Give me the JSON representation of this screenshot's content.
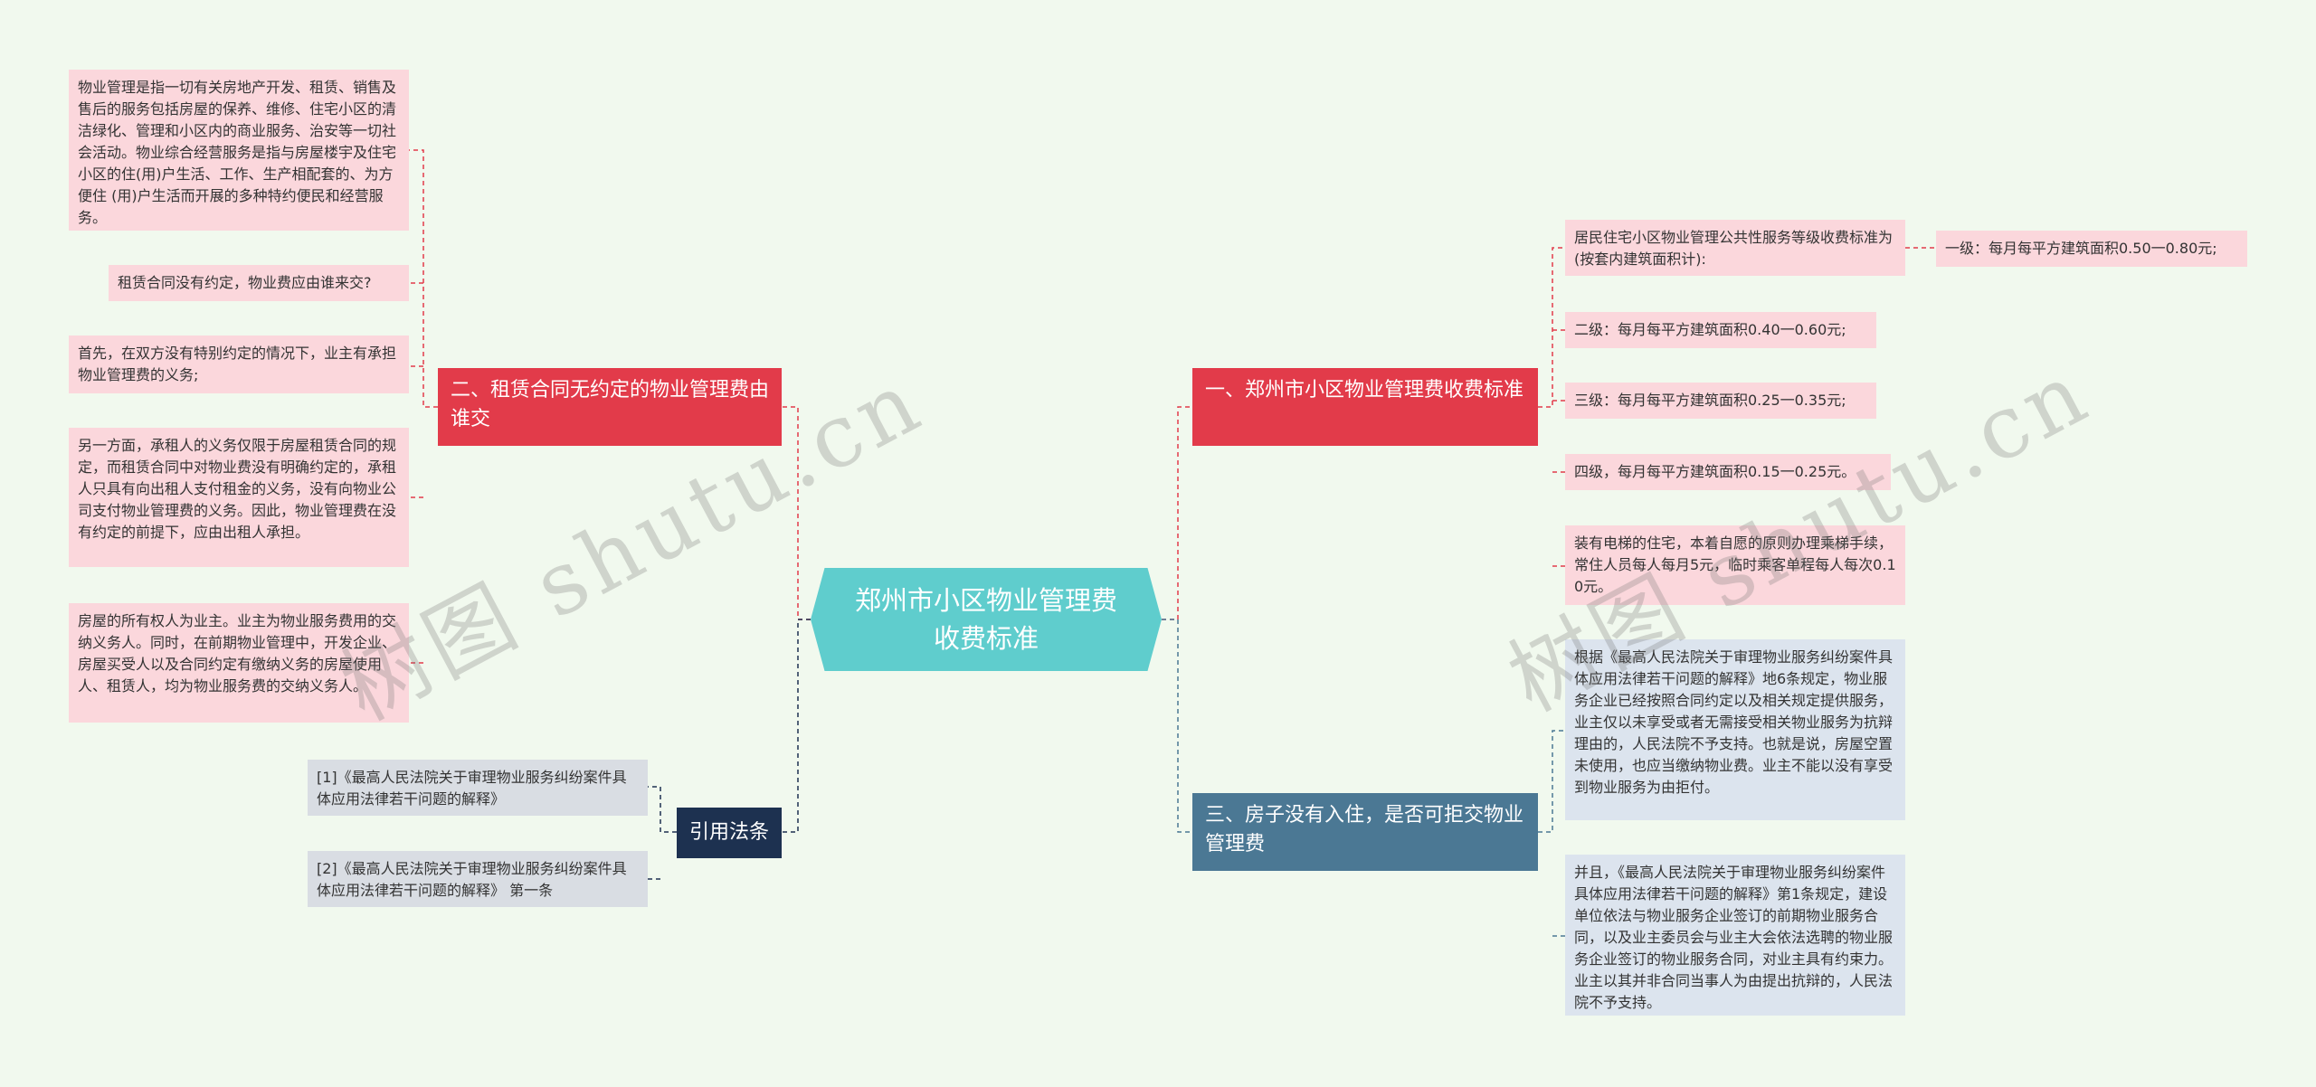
{
  "root": "郑州市小区物业管理费收费标准",
  "branches": {
    "b1": {
      "title": "一、郑州市小区物业管理费收费标准",
      "intro": "居民住宅小区物业管理公共性服务等级收费标准为(按套内建筑面积计):",
      "level1": "一级：每月每平方建筑面积0.50一0.80元;",
      "level2": "二级：每月每平方建筑面积0.40一0.60元;",
      "level3": "三级：每月每平方建筑面积0.25一0.35元;",
      "level4": "四级，每月每平方建筑面积0.15一0.25元。",
      "elevator": "装有电梯的住宅，本着自愿的原则办理乘梯手续，常住人员每人每月5元，临时乘客单程每人每次0.10元。"
    },
    "b2": {
      "title": "二、租赁合同无约定的物业管理费由谁交",
      "p1": "物业管理是指一切有关房地产开发、租赁、销售及售后的服务包括房屋的保养、维修、住宅小区的清洁绿化、管理和小区内的商业服务、治安等一切社会活动。物业综合经营服务是指与房屋楼宇及住宅小区的住(用)户生活、工作、生产相配套的、为方便住 (用)户生活而开展的多种特约便民和经营服务。",
      "p2": "租赁合同没有约定，物业费应由谁来交?",
      "p3": "首先，在双方没有特别约定的情况下，业主有承担物业管理费的义务;",
      "p4": "另一方面，承租人的义务仅限于房屋租赁合同的规定，而租赁合同中对物业费没有明确约定的，承租人只具有向出租人支付租金的义务，没有向物业公司支付物业管理费的义务。因此，物业管理费在没有约定的前提下，应由出租人承担。",
      "p5": "房屋的所有权人为业主。业主为物业服务费用的交纳义务人。同时，在前期物业管理中，开发企业、房屋买受人以及合同约定有缴纳义务的房屋使用人、租赁人，均为物业服务费的交纳义务人。"
    },
    "b3": {
      "title": "三、房子没有入住，是否可拒交物业管理费",
      "p1": "根据《最高人民法院关于审理物业服务纠纷案件具体应用法律若干问题的解释》地6条规定，物业服务企业已经按照合同约定以及相关规定提供服务，业主仅以未享受或者无需接受相关物业服务为抗辩理由的，人民法院不予支持。也就是说，房屋空置未使用，也应当缴纳物业费。业主不能以没有享受到物业服务为由拒付。",
      "p2": "并且，《最高人民法院关于审理物业服务纠纷案件具体应用法律若干问题的解释》第1条规定，建设单位依法与物业服务企业签订的前期物业服务合同，以及业主委员会与业主大会依法选聘的物业服务企业签订的物业服务合同，对业主具有约束力。业主以其并非合同当事人为由提出抗辩的，人民法院不予支持。"
    },
    "b4": {
      "title": "引用法条",
      "ref1": "[1]《最高人民法院关于审理物业服务纠纷案件具体应用法律若干问题的解释》",
      "ref2": "[2]《最高人民法院关于审理物业服务纠纷案件具体应用法律若干问题的解释》 第一条"
    }
  },
  "watermarks": [
    "树图 shutu.cn",
    "树图 shutu.cn"
  ],
  "colors": {
    "background": "#f1f9ee",
    "root": "#5fcdcd",
    "branch_red": "#e23b4a",
    "branch_steel": "#4b7894",
    "branch_navy": "#1d3150",
    "leaf_pink": "#fbd7dc",
    "leaf_blue": "#dce4ee",
    "leaf_gray": "#d9dde3"
  }
}
